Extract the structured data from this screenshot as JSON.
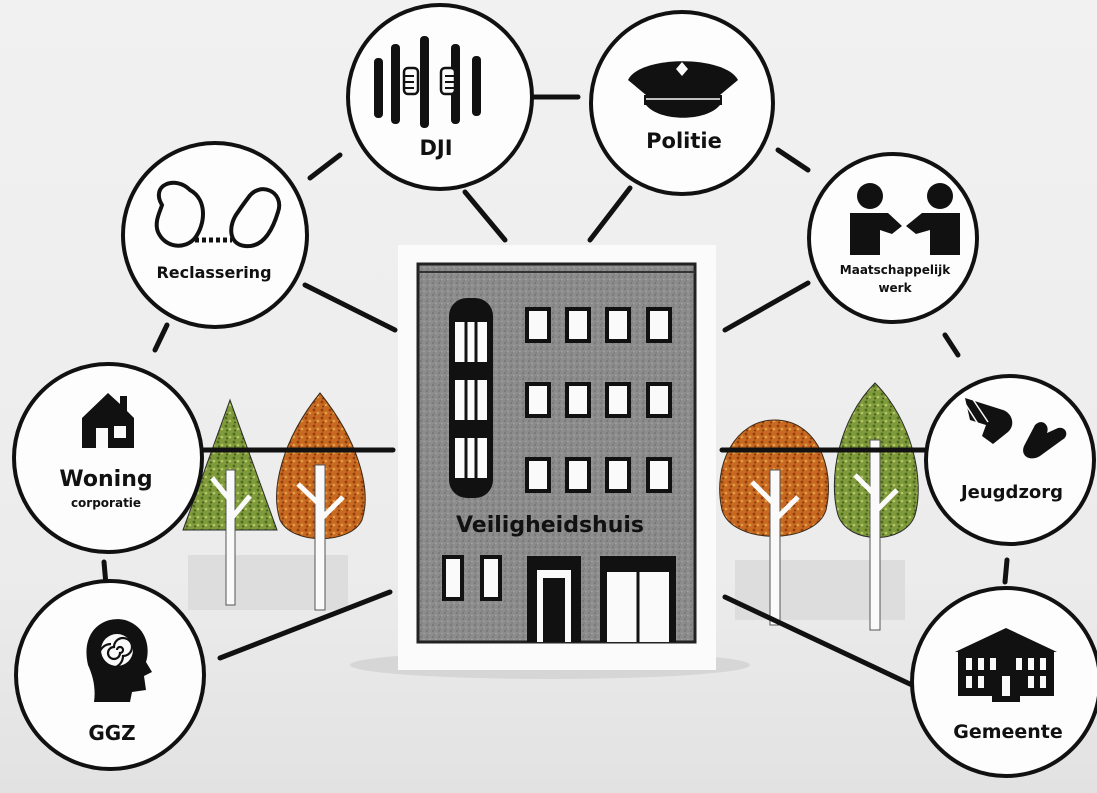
{
  "center": {
    "label": "Veiligheidshuis"
  },
  "nodes": [
    {
      "id": "dji",
      "label": "DJI",
      "icon": "prison-bars-icon"
    },
    {
      "id": "politie",
      "label": "Politie",
      "icon": "police-cap-icon"
    },
    {
      "id": "reclassering",
      "label": "Reclassering",
      "icon": "handcuffs-icon"
    },
    {
      "id": "maatschappelijk-werk",
      "label": "Maatschappelijk",
      "label2": "werk",
      "icon": "handshake-icon"
    },
    {
      "id": "woningcorporatie",
      "label": "Woning",
      "label2": "corporatie",
      "icon": "house-icon"
    },
    {
      "id": "jeugdzorg",
      "label": "Jeugdzorg",
      "icon": "hands-icon"
    },
    {
      "id": "ggz",
      "label": "GGZ",
      "icon": "head-spiral-icon"
    },
    {
      "id": "gemeente",
      "label": "Gemeente",
      "icon": "town-hall-icon"
    }
  ],
  "colors": {
    "background": "#ececec",
    "building": "#8f8f8f",
    "circle_stroke": "#111111",
    "tree_green": "#7e9a3a",
    "tree_orange": "#c8691f"
  }
}
